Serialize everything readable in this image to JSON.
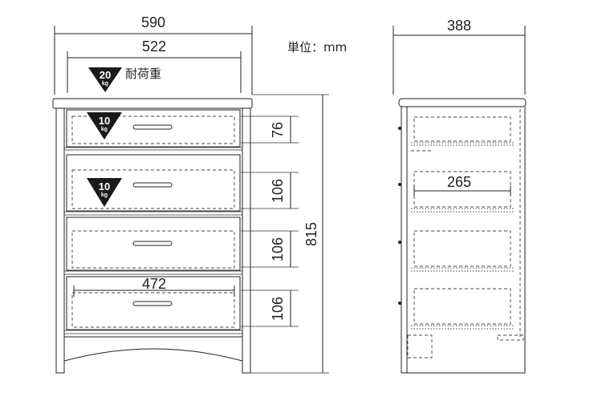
{
  "front_view": {
    "width_outer": "590",
    "width_inner": "522",
    "drawer_inner_width": "472",
    "height_total": "815",
    "drawer_heights": [
      "76",
      "106",
      "106",
      "106"
    ],
    "load_top": {
      "value": "20",
      "unit": "kg",
      "label": "耐荷重"
    },
    "load_drawers": [
      {
        "value": "10",
        "unit": "kg"
      },
      {
        "value": "10",
        "unit": "kg"
      }
    ]
  },
  "side_view": {
    "depth": "388",
    "drawer_depth": "265"
  },
  "unit_label": "単位：mm"
}
